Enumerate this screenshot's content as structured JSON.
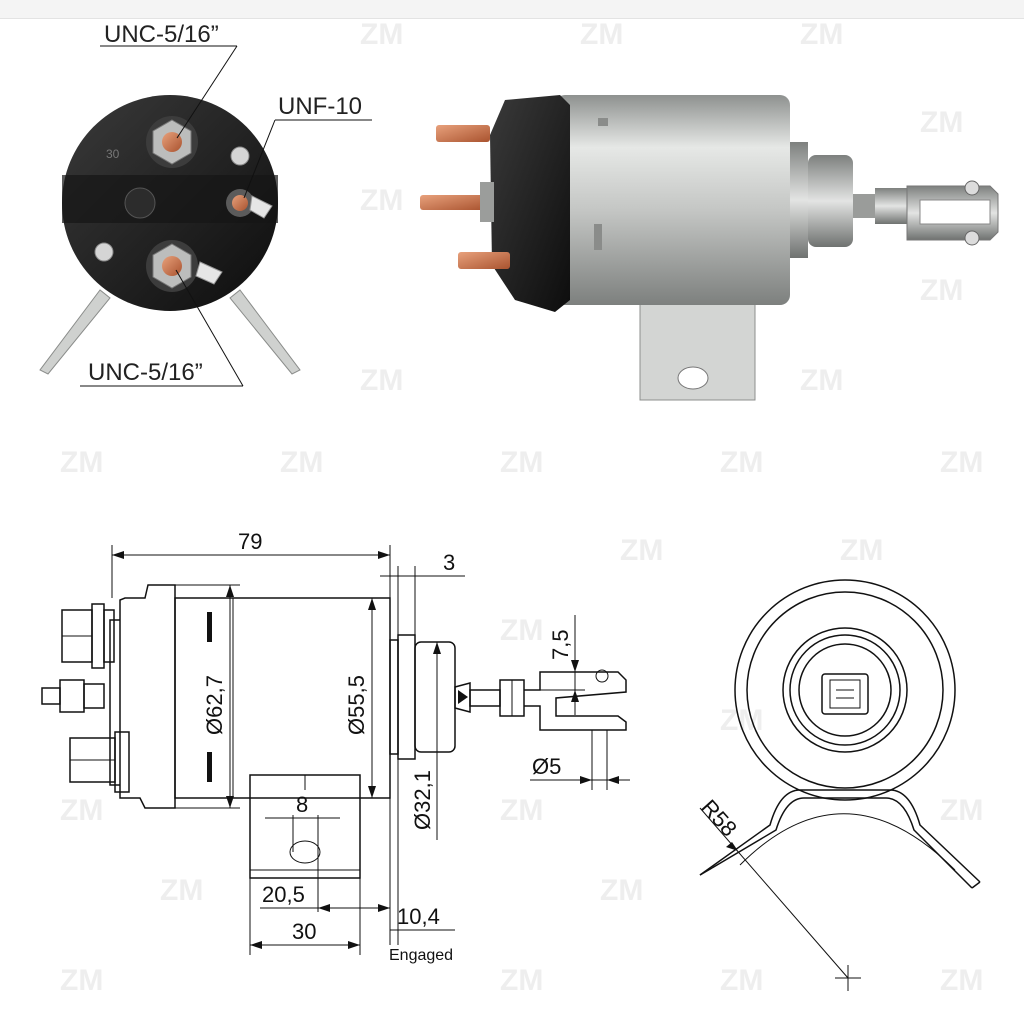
{
  "watermark": "ZM",
  "photos": {
    "terminal_callouts": {
      "top": "UNC-5/16”",
      "right": "UNF-10",
      "bottom": "UNC-5/16”"
    },
    "cap_mark": "30"
  },
  "drawing": {
    "dimensions": {
      "length": "79",
      "flange": "3",
      "body_dia": "Ø62,7",
      "can_dia": "Ø55,5",
      "plunger_dia": "Ø32,1",
      "clevis": "7,5",
      "pin_dia": "Ø5",
      "hole": "8",
      "hole_pos": "20,5",
      "bracket_width": "30",
      "stroke": "10,4",
      "stroke_note": "Engaged",
      "radius": "R58"
    }
  },
  "colors": {
    "cap": "#1b1b1b",
    "body": "#c9cbc8",
    "copper": "#c8704a",
    "line": "#111111"
  }
}
